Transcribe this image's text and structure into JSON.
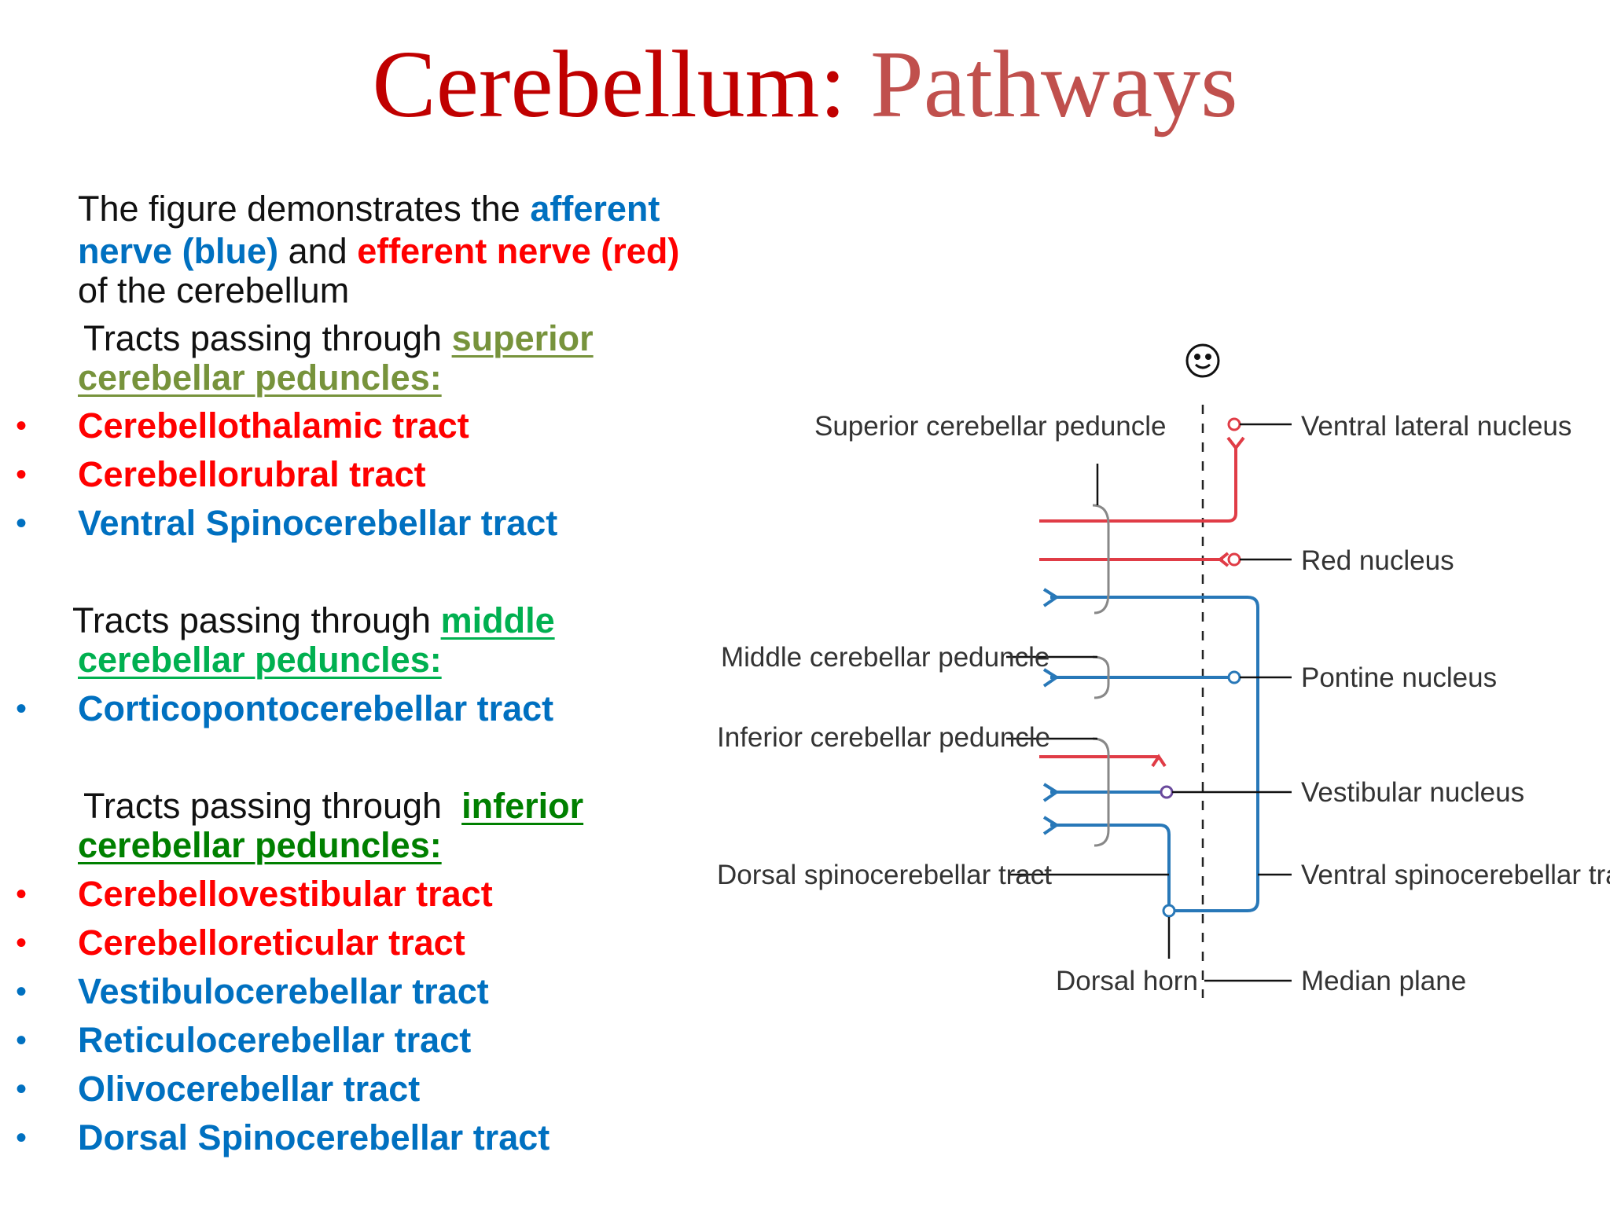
{
  "title": {
    "part1": "Cerebellum:",
    "part2": "Pathways"
  },
  "intro": {
    "line1_a": "The figure demonstrates the",
    "line1_b": "afferent",
    "line2_a": "nerve (blue)",
    "line2_b": "and",
    "line2_c": "efferent nerve (red)",
    "line3": "of the cerebellum"
  },
  "superior": {
    "lead": "Tracts passing through",
    "kw": "superior",
    "kw2": "cerebellar peduncles:",
    "items": [
      {
        "text": "Cerebellothalamic tract",
        "color": "#ff0000"
      },
      {
        "text": "Cerebellorubral tract",
        "color": "#ff0000"
      },
      {
        "text": "Ventral Spinocerebellar tract",
        "color": "#0070c0"
      }
    ]
  },
  "middle": {
    "lead": "Tracts passing through",
    "kw": "middle",
    "kw2": "cerebellar peduncles:",
    "items": [
      {
        "text": "Corticopontocerebellar tract",
        "color": "#0070c0"
      }
    ]
  },
  "inferior": {
    "lead": "Tracts passing through",
    "kw": "inferior",
    "kw2": "cerebellar peduncles:",
    "items": [
      {
        "text": "Cerebellovestibular tract",
        "color": "#ff0000"
      },
      {
        "text": "Cerebelloreticular tract",
        "color": "#ff0000"
      },
      {
        "text": "Vestibulocerebellar tract",
        "color": "#0070c0"
      },
      {
        "text": "Reticulocerebellar tract",
        "color": "#0070c0"
      },
      {
        "text": "Olivocerebellar tract",
        "color": "#0070c0"
      },
      {
        "text": "Dorsal Spinocerebellar tract",
        "color": "#0070c0"
      }
    ]
  },
  "bullet_glyph": "•",
  "diagram": {
    "labels": {
      "superior_peduncle": "Superior cerebellar peduncle",
      "middle_peduncle": "Middle cerebellar peduncle",
      "inferior_peduncle": "Inferior cerebellar peduncle",
      "dorsal_tract": "Dorsal spinocerebellar tract",
      "dorsal_horn": "Dorsal horn",
      "ventral_lateral": "Ventral lateral nucleus",
      "red_nucleus": "Red nucleus",
      "pontine": "Pontine nucleus",
      "vestibular": "Vestibular nucleus",
      "ventral_tract": "Ventral spinocerebellar tract",
      "median_plane": "Median plane"
    },
    "colors": {
      "afferent": "#2878b8",
      "efferent": "#e03c46",
      "vestibular_cell": "#6a4a9c",
      "leader": "#111111"
    }
  }
}
